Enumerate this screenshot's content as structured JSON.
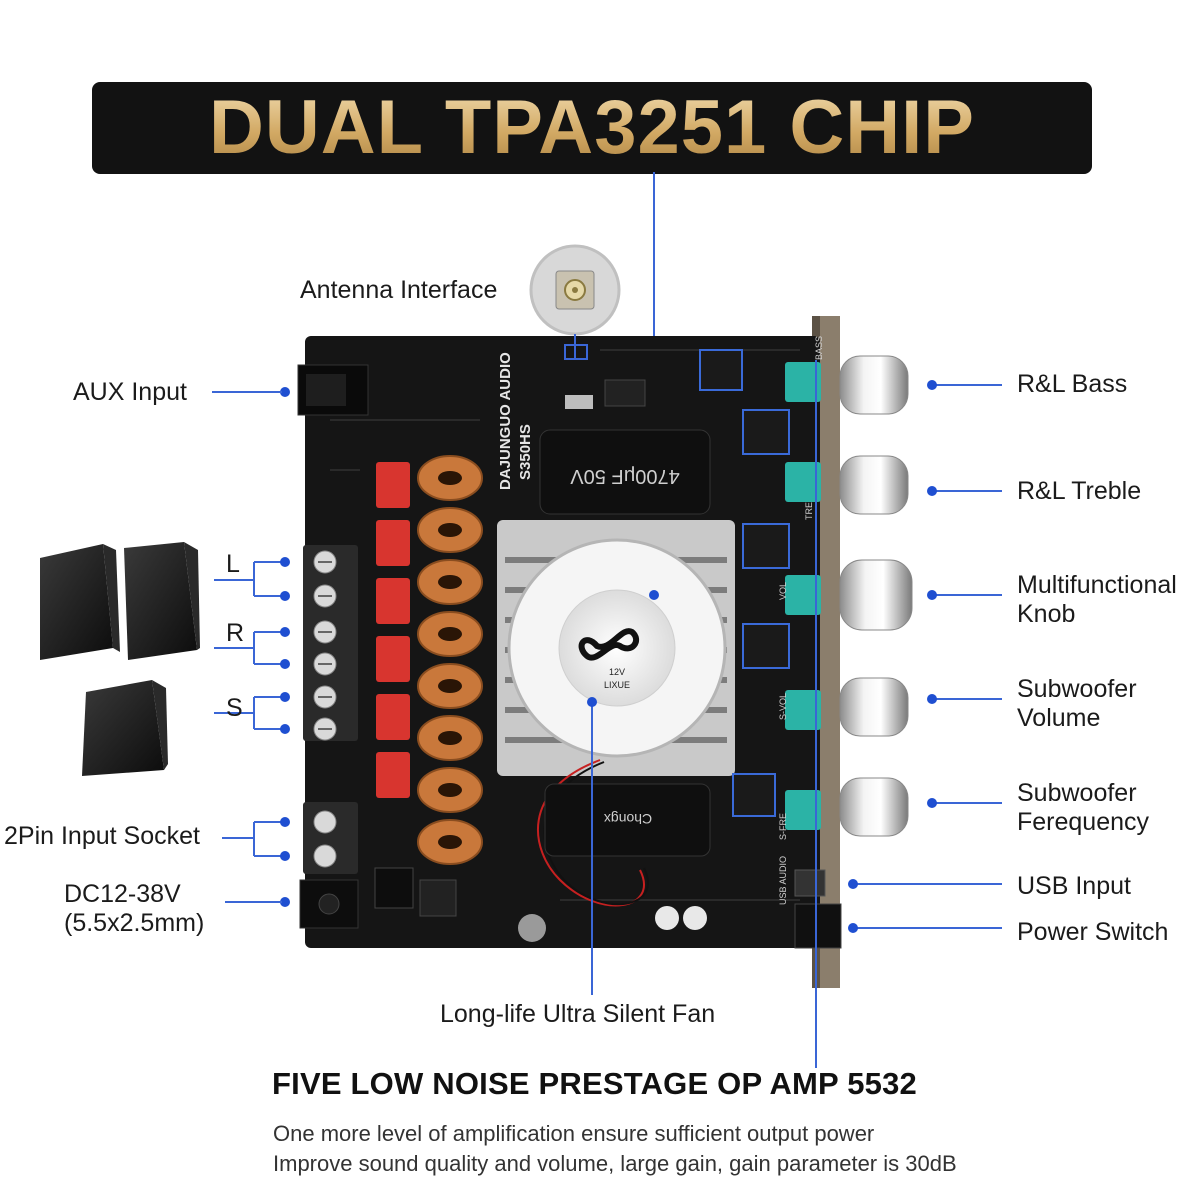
{
  "header": {
    "title": "DUAL TPA3251 CHIP"
  },
  "callouts": {
    "antenna": "Antenna Interface",
    "aux": "AUX Input",
    "speaker_l": "L",
    "speaker_r": "R",
    "speaker_s": "S",
    "input_socket": "2Pin Input Socket",
    "dc_line1": "DC12-38V",
    "dc_line2": "(5.5x2.5mm)",
    "fan": "Long-life Ultra Silent Fan",
    "bass": "R&L Bass",
    "treble": "R&L Treble",
    "knob_line1": "Multifunctional",
    "knob_line2": "Knob",
    "sub_vol_line1": "Subwoofer",
    "sub_vol_line2": "Volume",
    "sub_freq_line1": "Subwoofer",
    "sub_freq_line2": "Ferequency",
    "usb": "USB Input",
    "power": "Power Switch"
  },
  "board": {
    "brand": "DAJUNGUO AUDIO",
    "model": "S350HS",
    "cap_main": "4700μF 50V",
    "cap_small": "Chongx",
    "fan_label_top": "12V",
    "fan_label_bottom": "LIXUE",
    "pot_bass": "BASS",
    "pot_treble": "TRE",
    "pot_vol": "VOL",
    "pot_svol": "S-VOL",
    "pot_sfre": "S-FRE",
    "usb_silk": "USB AUDIO"
  },
  "footer": {
    "heading": "FIVE LOW NOISE PRESTAGE OP AMP 5532",
    "line1": "One more level of amplification ensure sufficient output power",
    "line2": "Improve sound quality and volume, large gain, gain parameter is 30dB"
  },
  "colors": {
    "banner_bg": "#121212",
    "title_gold": "#d2a964",
    "callout_blue": "#1f4fd1",
    "board_black": "#151515",
    "cap_red": "#d8352f",
    "toroid_copper": "#c9783b",
    "pot_teal": "#2bb3a6"
  },
  "icons": [
    "speaker-icon",
    "antenna-connector-icon",
    "fan-logo-icon"
  ]
}
